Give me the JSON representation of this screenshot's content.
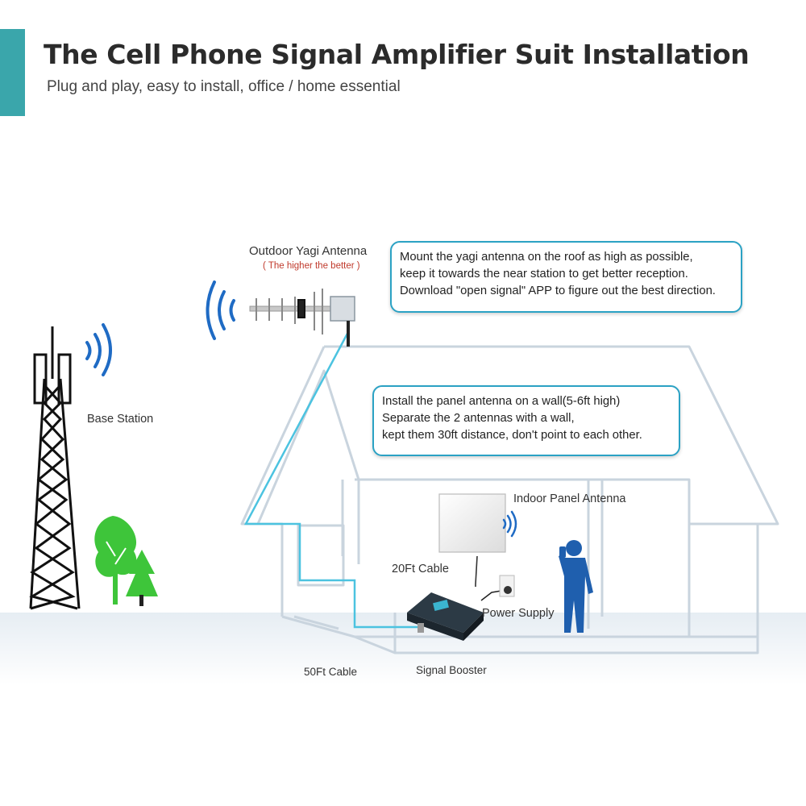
{
  "header": {
    "title": "The Cell Phone Signal Amplifier Suit Installation",
    "subtitle": "Plug and play, easy to install, office / home essential"
  },
  "labels": {
    "yagi_antenna": "Outdoor Yagi Antenna",
    "yagi_note": "( The higher the better )",
    "base_station": "Base Station",
    "indoor_panel": "Indoor Panel Antenna",
    "cable_20ft": "20Ft Cable",
    "power_supply": "Power Supply",
    "cable_50ft": "50Ft Cable",
    "signal_booster": "Signal Booster"
  },
  "callouts": {
    "yagi": [
      "Mount the yagi antenna on the roof as high as possible,",
      "keep it towards the near station to get better reception.",
      "Download \"open signal\" APP to figure out the best direction."
    ],
    "panel": [
      "Install the panel antenna on a wall(5-6ft high)",
      "Separate the 2 antennas with a wall,",
      "kept them 30ft distance, don't point to each other."
    ]
  },
  "colors": {
    "accent": "#3aa6ab",
    "cable": "#4cc3e0",
    "callout_border": "#2ba2c4",
    "signal_waves": "#1f6bc4",
    "person": "#1f5fae",
    "tree": "#3ec53a"
  }
}
